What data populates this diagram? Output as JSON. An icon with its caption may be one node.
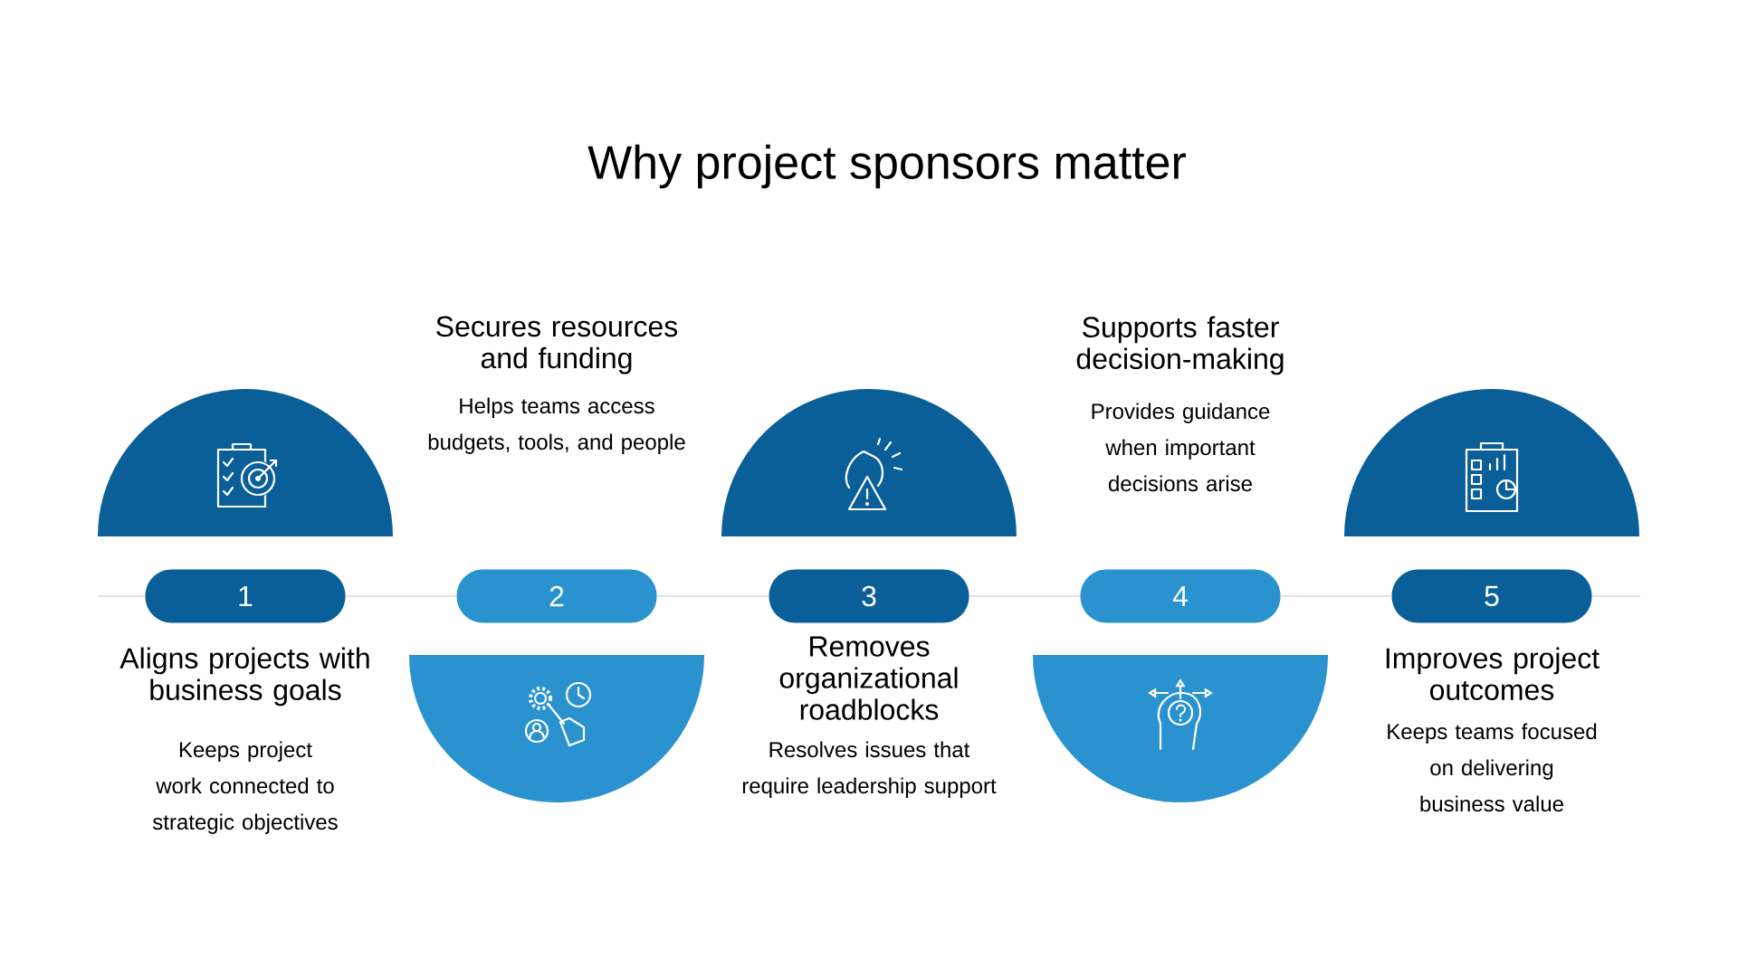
{
  "diagram": {
    "title": "Why project sponsors matter",
    "nodes": [
      {
        "text": [
          "1"
        ],
        "beside": [
          "Aligns projects with business goals",
          "Keeps project work connected to strategic objectives"
        ]
      },
      {
        "text": [
          "2"
        ],
        "beside": [
          "Secures resources and funding",
          "Helps teams access budgets, tools, and people"
        ]
      },
      {
        "text": [
          "3"
        ],
        "beside": [
          "Removes organizational roadblocks",
          "Resolves issues that require leadership support"
        ]
      },
      {
        "text": [
          "4"
        ],
        "beside": [
          "Supports faster decision-making",
          "Provides guidance when important decisions arise"
        ]
      },
      {
        "text": [
          "5"
        ],
        "beside": [
          "Improves project outcomes",
          "Keeps teams focused on delivering business value"
        ]
      }
    ],
    "edges": [
      {
        "from": null,
        "to": 0,
        "arrow": "none"
      },
      {
        "from": 0,
        "to": 1,
        "arrow": "none"
      },
      {
        "from": 1,
        "to": 2,
        "arrow": "none"
      },
      {
        "from": 2,
        "to": 3,
        "arrow": "none"
      },
      {
        "from": 3,
        "to": 4,
        "arrow": "none"
      },
      {
        "from": 4,
        "to": null,
        "arrow": "none"
      }
    ]
  }
}
